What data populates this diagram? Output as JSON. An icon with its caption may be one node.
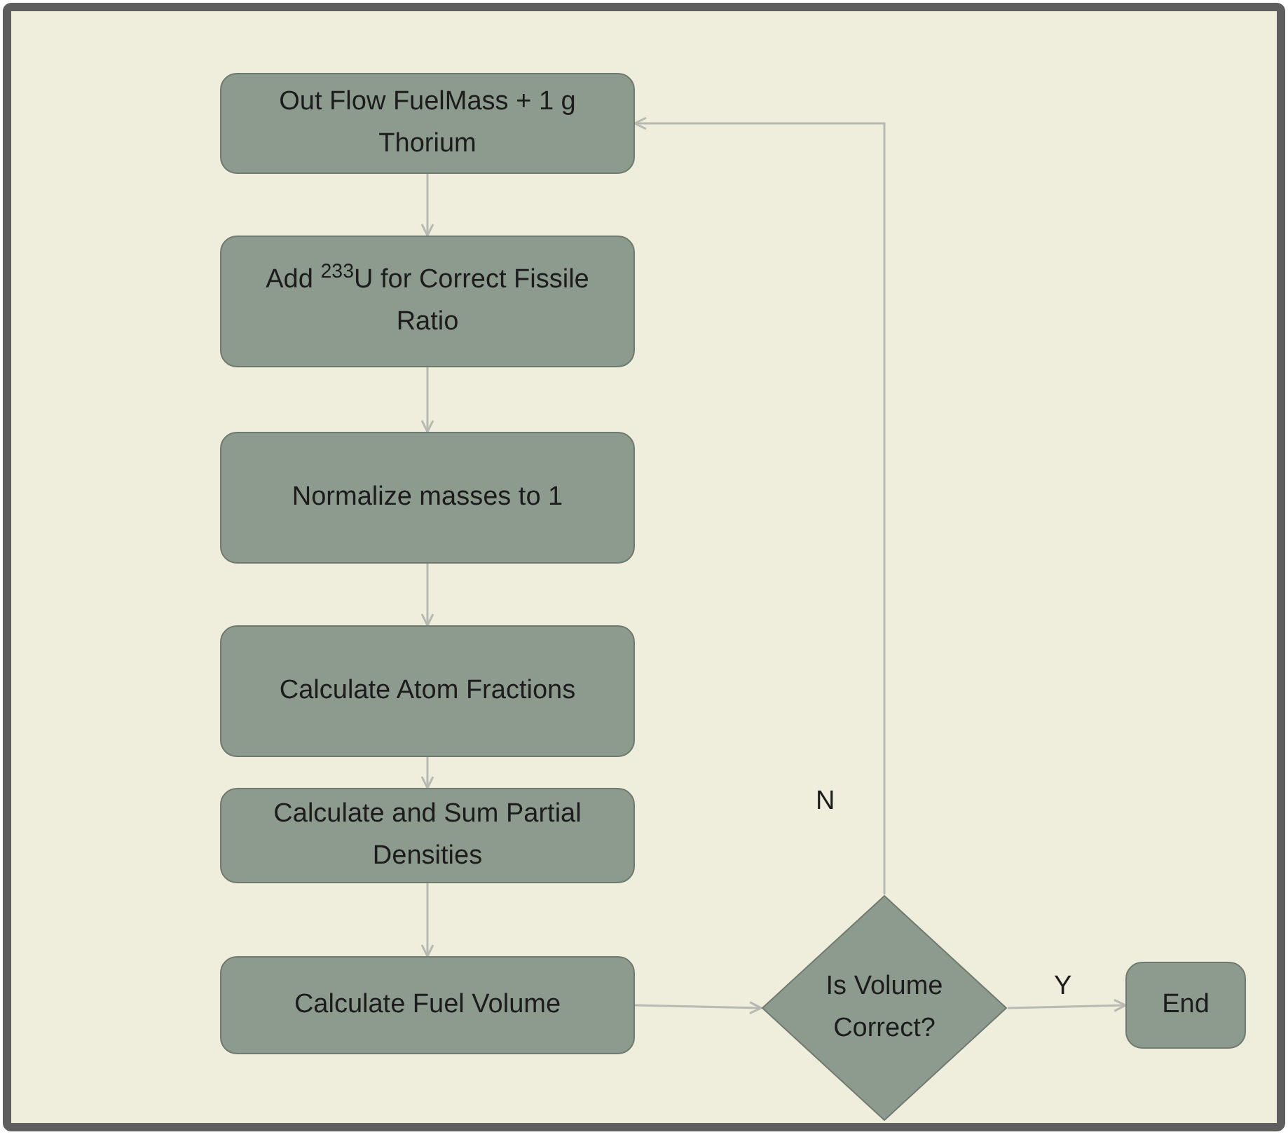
{
  "diagram": {
    "nodes": [
      {
        "text": [
          "Out Flow FuelMass + 1 g Thorium"
        ]
      },
      {
        "text": [
          "Add $^{233}$U for Correct Fissile Ratio"
        ]
      },
      {
        "text": [
          "Normalize masses to 1"
        ]
      },
      {
        "text": [
          "Calculate Atom Fractions"
        ]
      },
      {
        "text": [
          "Calculate and Sum Partial Densities"
        ]
      },
      {
        "text": [
          "Calculate Fuel Volume"
        ]
      },
      {
        "text": [
          "Is Volume Correct?"
        ]
      },
      {
        "text": [
          "End"
        ]
      }
    ],
    "edges": [
      {
        "from": 0,
        "to": 1,
        "arrow": "to"
      },
      {
        "from": 1,
        "to": 2,
        "arrow": "to"
      },
      {
        "from": 2,
        "to": 3,
        "arrow": "to"
      },
      {
        "from": 3,
        "to": 4,
        "arrow": "to"
      },
      {
        "from": 4,
        "to": 5,
        "arrow": "to"
      },
      {
        "from": 5,
        "to": 6,
        "arrow": "to"
      },
      {
        "from": 6,
        "to": 7,
        "arrow": "to",
        "label": "Y"
      },
      {
        "from": 6,
        "to": 0,
        "arrow": "to",
        "label": "N"
      }
    ]
  }
}
